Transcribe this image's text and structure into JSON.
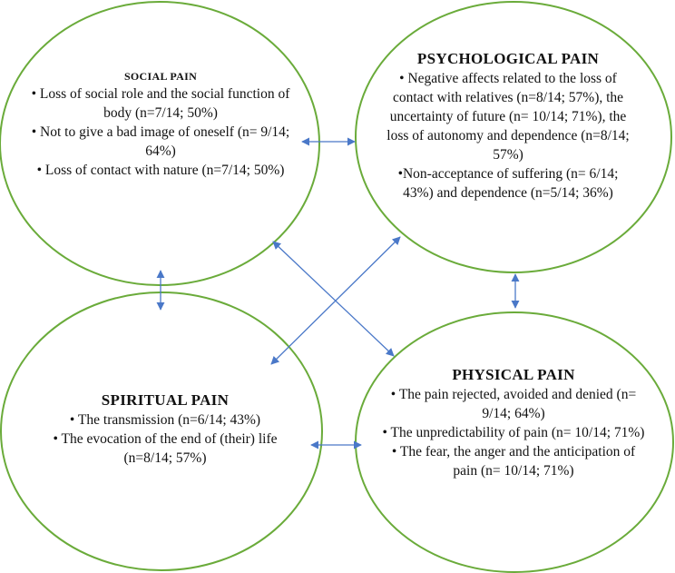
{
  "colors": {
    "circle_stroke": "#6aab3a",
    "arrow": "#4a78c8",
    "text": "#111111"
  },
  "social": {
    "title": "SOCIAL PAIN",
    "items": [
      "• Loss of social role and the social function of body (n=7/14; 50%)",
      "• Not to give a bad image of oneself (n= 9/14; 64%)",
      "• Loss of contact with nature (n=7/14; 50%)"
    ]
  },
  "psychological": {
    "title": "PSYCHOLOGICAL PAIN",
    "items": [
      "• Negative affects related to the loss of contact with relatives (n=8/14; 57%), the uncertainty of future (n= 10/14; 71%), the loss of autonomy and dependence (n=8/14; 57%)",
      "•Non-acceptance of suffering (n= 6/14; 43%) and dependence (n=5/14; 36%)"
    ]
  },
  "spiritual": {
    "title": "SPIRITUAL PAIN",
    "items": [
      "• The transmission (n=6/14; 43%)",
      "• The evocation of the end of (their) life (n=8/14; 57%)"
    ]
  },
  "physical": {
    "title": "PHYSICAL PAIN",
    "items": [
      "• The pain rejected, avoided and denied (n= 9/14; 64%)",
      "• The unpredictability of pain (n= 10/14; 71%)",
      "• The fear, the anger and the anticipation of pain (n= 10/14; 71%)"
    ]
  }
}
